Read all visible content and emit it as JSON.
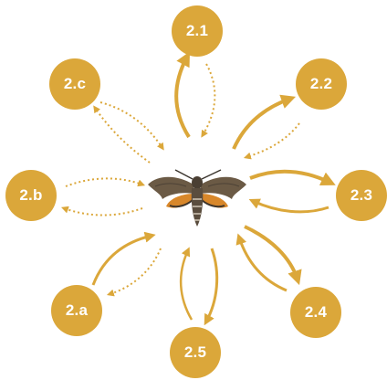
{
  "colors": {
    "accent": "#dba73a",
    "moth_wing": "#6b5a45",
    "moth_orange": "#d8872a",
    "moth_body": "#4a3f33"
  },
  "center": {
    "icon": "moth-icon"
  },
  "nodes": [
    {
      "id": "n21",
      "label": "2.1",
      "solid": "out",
      "dotted": "in"
    },
    {
      "id": "n22",
      "label": "2.2",
      "solid": "out",
      "dotted": "in"
    },
    {
      "id": "n23",
      "label": "2.3",
      "solid": "both",
      "dotted": "none"
    },
    {
      "id": "n24",
      "label": "2.4",
      "solid": "both",
      "dotted": "none"
    },
    {
      "id": "n25",
      "label": "2.5",
      "solid": "both",
      "dotted": "none"
    },
    {
      "id": "n2a",
      "label": "2.a",
      "solid": "in",
      "dotted": "out"
    },
    {
      "id": "n2b",
      "label": "2.b",
      "solid": "none",
      "dotted": "both"
    },
    {
      "id": "n2c",
      "label": "2.c",
      "solid": "none",
      "dotted": "both"
    }
  ]
}
